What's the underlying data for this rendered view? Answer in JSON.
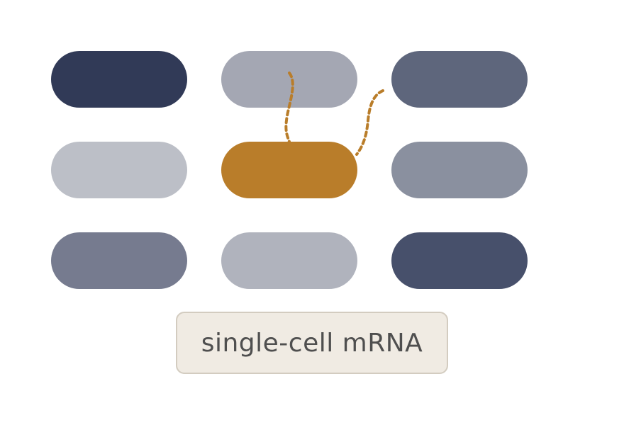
{
  "diagram": {
    "label": "single-cell mRNA",
    "colors": {
      "highlight": "#b97d2a",
      "link": "#b97d2a",
      "label_bg": "#f0ebe3",
      "label_border": "#d3ccc0",
      "label_text": "#4f4f4f"
    },
    "cells": [
      {
        "row": 0,
        "col": 0,
        "color": "#313a57"
      },
      {
        "row": 0,
        "col": 1,
        "color": "#a4a7b3"
      },
      {
        "row": 0,
        "col": 2,
        "color": "#5e667c"
      },
      {
        "row": 1,
        "col": 0,
        "color": "#bcbfc7"
      },
      {
        "row": 1,
        "col": 1,
        "color": "#b97d2a",
        "highlighted": true
      },
      {
        "row": 1,
        "col": 2,
        "color": "#8a909f"
      },
      {
        "row": 2,
        "col": 0,
        "color": "#767b8f"
      },
      {
        "row": 2,
        "col": 1,
        "color": "#b0b3bd"
      },
      {
        "row": 2,
        "col": 2,
        "color": "#47506b"
      }
    ]
  }
}
